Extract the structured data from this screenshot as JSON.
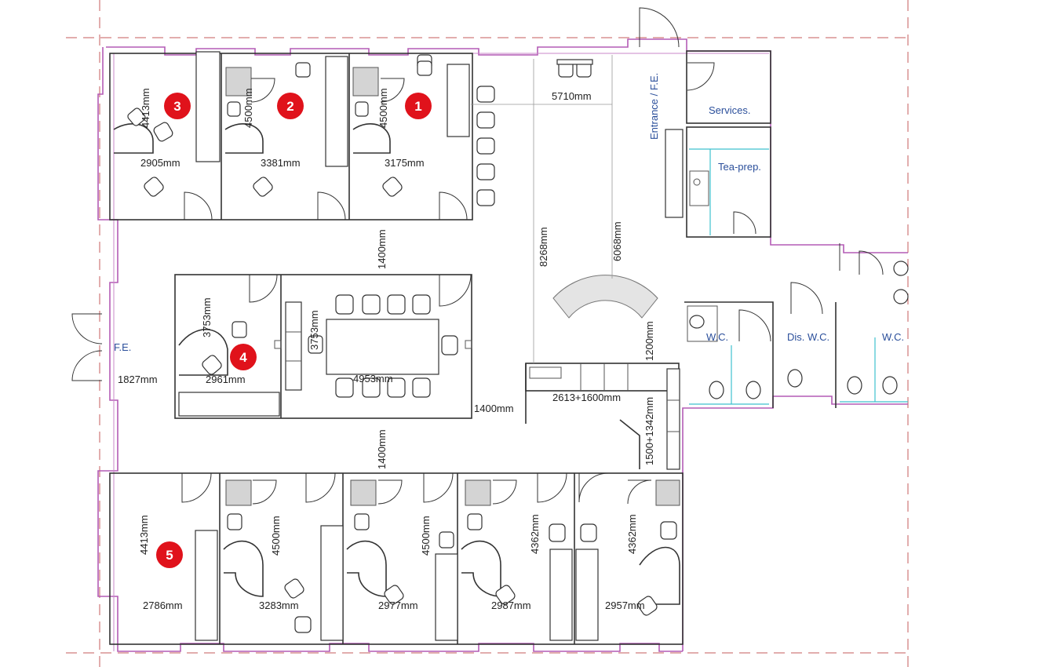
{
  "rooms": [
    {
      "number": "1",
      "color": "#e0121b"
    },
    {
      "number": "2",
      "color": "#e0121b"
    },
    {
      "number": "3",
      "color": "#e0121b"
    },
    {
      "number": "4",
      "color": "#e0121b"
    },
    {
      "number": "5",
      "color": "#e0121b"
    }
  ],
  "labels": {
    "entrance": "Entrance / F.E.",
    "services": "Services.",
    "tea_prep": "Tea-prep.",
    "fire_exit": "F.E.",
    "wc_left": "W.C.",
    "dis_wc": "Dis. W.C.",
    "wc_right": "W.C."
  },
  "dimensions": {
    "d_5710": "5710mm",
    "d_2905": "2905mm",
    "d_3381": "3381mm",
    "d_3175": "3175mm",
    "d_4413_top": "4413mm",
    "d_4500_r2": "4500mm",
    "d_4500_r1": "4500mm",
    "d_1400_top": "1400mm",
    "d_8268": "8268mm",
    "d_6068": "6068mm",
    "d_3753_a": "3753mm",
    "d_3753_b": "3753mm",
    "d_2961": "2961mm",
    "d_4953": "4953mm",
    "d_1827": "1827mm",
    "d_1200": "1200mm",
    "d_2613": "2613+1600mm",
    "d_1400_mid": "1400mm",
    "d_1500": "1500+1342mm",
    "d_1400_bot": "1400mm",
    "d_4413_bot": "4413mm",
    "d_4500_b2": "4500mm",
    "d_4500_b3": "4500mm",
    "d_4362_a": "4362mm",
    "d_4362_b": "4362mm",
    "d_2786": "2786mm",
    "d_3283": "3283mm",
    "d_2977": "2977mm",
    "d_2987": "2987mm",
    "d_2957": "2957mm"
  }
}
